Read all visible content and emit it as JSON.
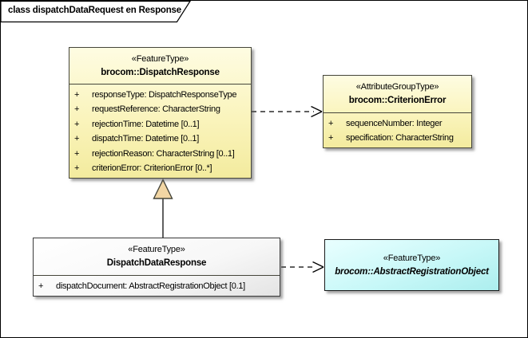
{
  "frame": {
    "title": "class dispatchDataRequest en Response"
  },
  "colors": {
    "class_yellow": "#F8F2B0",
    "class_cyan": "#BFF5F5",
    "class_gray": "#F0F0F0",
    "box_border": "#45453A",
    "triangle_fill": "#F2D6A4",
    "connector": "#000000"
  },
  "classes": [
    {
      "id": "dispatch-response",
      "stereotype": "«FeatureType»",
      "name": "brocom::DispatchResponse",
      "attributes": [
        {
          "vis": "+",
          "text": "responseType: DispatchResponseType"
        },
        {
          "vis": "+",
          "text": "requestReference: CharacterString"
        },
        {
          "vis": "+",
          "text": "rejectionTime: Datetime [0..1]"
        },
        {
          "vis": "+",
          "text": "dispatchTime: Datetime [0..1]"
        },
        {
          "vis": "+",
          "text": "rejectionReason: CharacterString [0..1]"
        },
        {
          "vis": "+",
          "text": "criterionError: CriterionError [0..*]"
        }
      ]
    },
    {
      "id": "criterion-error",
      "stereotype": "«AttributeGroupType»",
      "name": "brocom::CriterionError",
      "attributes": [
        {
          "vis": "+",
          "text": "sequenceNumber: Integer"
        },
        {
          "vis": "+",
          "text": "specification: CharacterString"
        }
      ]
    },
    {
      "id": "dispatch-data-response",
      "stereotype": "«FeatureType»",
      "name": "DispatchDataResponse",
      "attributes": [
        {
          "vis": "+",
          "text": "dispatchDocument: AbstractRegistrationObject [0.1]"
        }
      ]
    },
    {
      "id": "abstract-registration-object",
      "stereotype": "«FeatureType»",
      "name": "brocom::AbstractRegistrationObject",
      "attributes": []
    }
  ],
  "connectors": [
    {
      "id": "dependency-criterion-error",
      "type": "dependency",
      "from": "dispatch-response",
      "to": "criterion-error"
    },
    {
      "id": "generalization-dispatch-response",
      "type": "generalization",
      "from": "dispatch-data-response",
      "to": "dispatch-response"
    },
    {
      "id": "dependency-abstract-registration-object",
      "type": "dependency",
      "from": "dispatch-data-response",
      "to": "abstract-registration-object"
    }
  ]
}
